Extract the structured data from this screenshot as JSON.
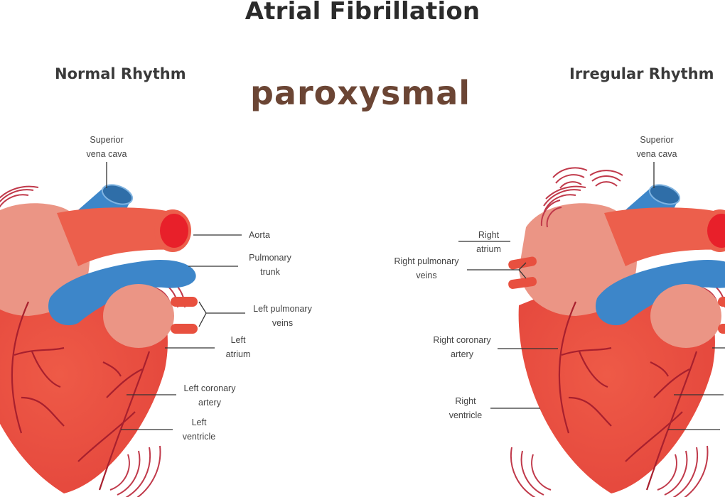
{
  "title": "Atrial Fibrillation",
  "tag": "paroxysmal",
  "panels": {
    "normal": {
      "heading": "Normal Rhythm",
      "labels": {
        "svc": "Superior\nvena cava",
        "aorta": "Aorta",
        "pulmonary_trunk": "Pulmonary\ntrunk",
        "left_pulmonary_veins": "Left pulmonary\nveins",
        "left_atrium": "Left\natrium",
        "left_coronary_artery": "Left coronary\nartery",
        "left_ventricle": "Left\nventricle"
      }
    },
    "irregular": {
      "heading": "Irregular Rhythm",
      "labels": {
        "svc": "Superior\nvena cava",
        "right_atrium": "Right\natrium",
        "right_pulmonary_veins": "Right pulmonary\nveins",
        "right_coronary_artery": "Right coronary\nartery",
        "right_ventricle": "Right\nventricle"
      }
    }
  },
  "colors": {
    "heart": "#ec5646",
    "atrium": "#eb9585",
    "vessel_blue": "#3d86c9",
    "wave": "#c0394a",
    "tag": "#6b4534"
  }
}
